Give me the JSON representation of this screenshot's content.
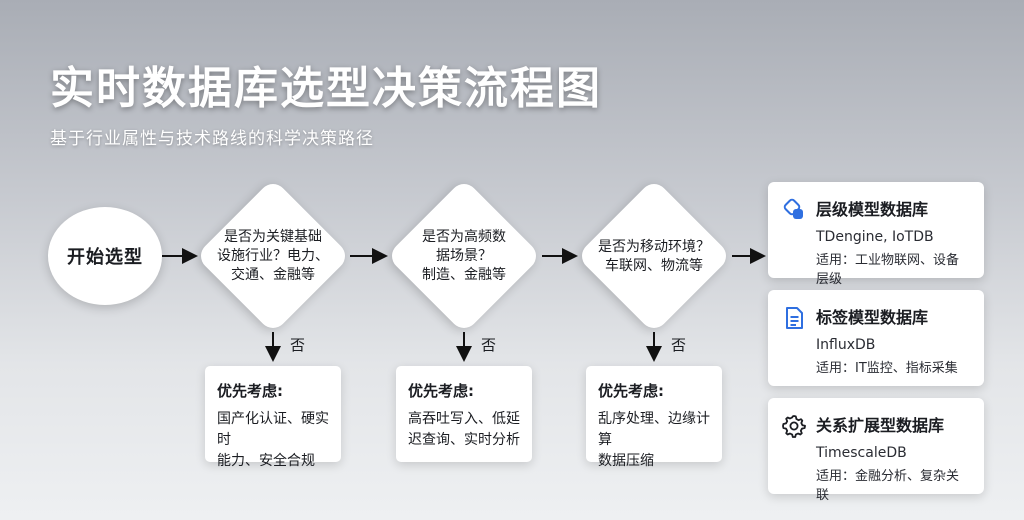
{
  "header": {
    "title": "实时数据库选型决策流程图",
    "subtitle": "基于行业属性与技术路线的科学决策路径"
  },
  "start": {
    "label": "开始选型"
  },
  "decisions": [
    {
      "lines": [
        "是否为关键基础",
        "设施行业？电力、",
        "交通、金融等"
      ],
      "no_label": "否"
    },
    {
      "lines": [
        "是否为高频数",
        "据场景？",
        "制造、金融等"
      ],
      "no_label": "否"
    },
    {
      "lines": [
        "是否为移动环境？",
        "车联网、物流等"
      ],
      "no_label": "否"
    }
  ],
  "priorities": [
    {
      "title": "优先考虑:",
      "lines": [
        "国产化认证、硬实时",
        "能力、安全合规"
      ]
    },
    {
      "title": "优先考虑:",
      "lines": [
        "高吞吐写入、低延",
        "迟查询、实时分析"
      ]
    },
    {
      "title": "优先考虑:",
      "lines": [
        "乱序处理、边缘计算",
        "数据压缩"
      ]
    }
  ],
  "types": [
    {
      "icon": "hierarchy-model-icon",
      "name": "层级模型数据库",
      "products": "TDengine, IoTDB",
      "usage": "适用：工业物联网、设备层级"
    },
    {
      "icon": "document-tag-icon",
      "name": "标签模型数据库",
      "products": "InfluxDB",
      "usage": "适用：IT监控、指标采集"
    },
    {
      "icon": "gear-icon",
      "name": "关系扩展型数据库",
      "products": "TimescaleDB",
      "usage": "适用：金融分析、复杂关联"
    }
  ],
  "colors": {
    "accent": "#2f6fe0",
    "arrow": "#111111",
    "card": "#ffffff"
  }
}
